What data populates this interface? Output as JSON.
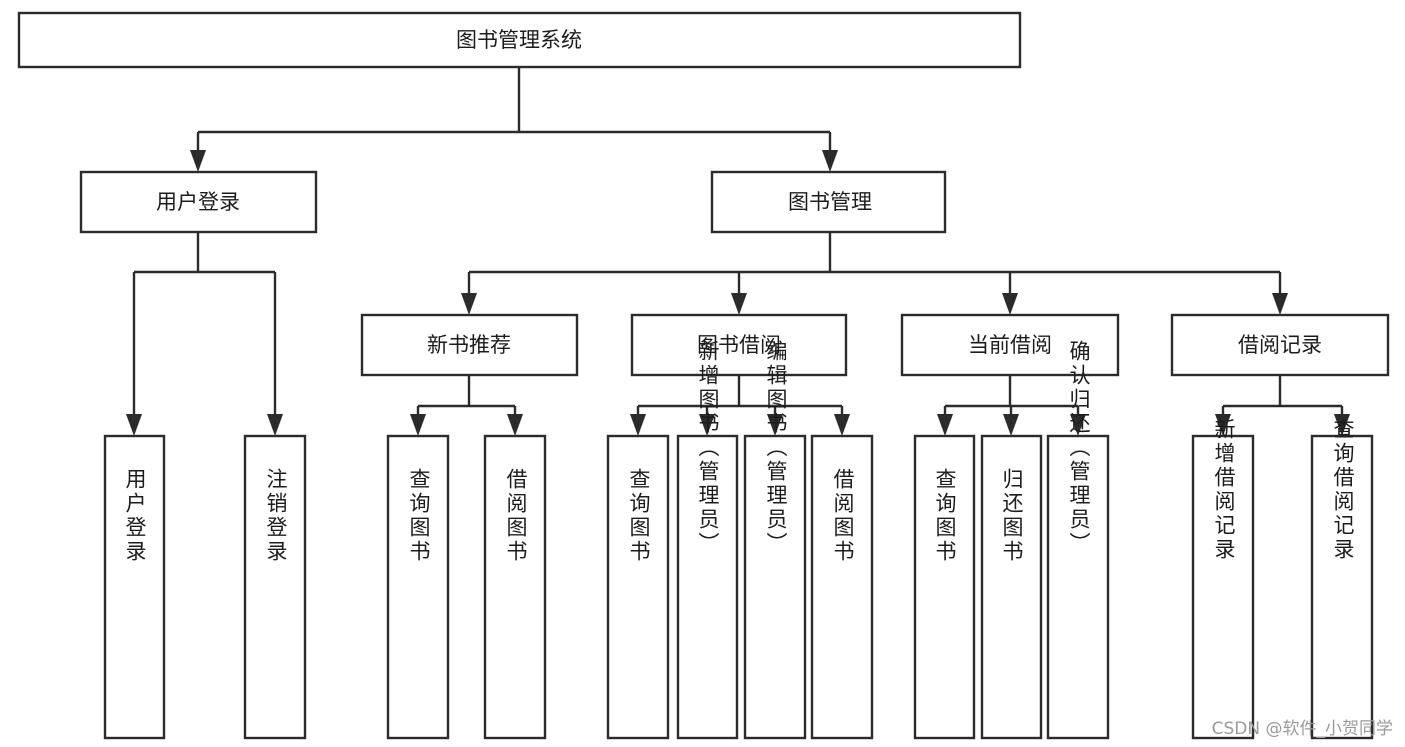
{
  "diagram": {
    "title": "图书管理系统",
    "type": "tree-hierarchy",
    "colors": {
      "box_stroke": "#2b2b2b",
      "box_fill": "#ffffff",
      "connector": "#2b2b2b",
      "text": "#1c1c1c",
      "background": "#ffffff",
      "watermark": "#9a9a9a"
    },
    "root": {
      "id": "root",
      "label": "图书管理系统"
    },
    "level1": [
      {
        "id": "user-login",
        "label": "用户登录"
      },
      {
        "id": "book-management",
        "label": "图书管理"
      }
    ],
    "level2": [
      {
        "id": "new-book-recommend",
        "label": "新书推荐",
        "parent": "book-management"
      },
      {
        "id": "book-borrow",
        "label": "图书借阅",
        "parent": "book-management"
      },
      {
        "id": "current-borrow",
        "label": "当前借阅",
        "parent": "book-management"
      },
      {
        "id": "borrow-record",
        "label": "借阅记录",
        "parent": "book-management"
      }
    ],
    "leaves": [
      {
        "id": "leaf-user-login",
        "label": "用户登录",
        "parent": "user-login"
      },
      {
        "id": "leaf-user-logout",
        "label": "注销登录",
        "parent": "user-login"
      },
      {
        "id": "leaf-query-book-1",
        "label": "查询图书",
        "parent": "new-book-recommend"
      },
      {
        "id": "leaf-borrow-book-1",
        "label": "借阅图书",
        "parent": "new-book-recommend"
      },
      {
        "id": "leaf-query-book-2",
        "label": "查询图书",
        "parent": "book-borrow"
      },
      {
        "id": "leaf-add-book",
        "label": "新增图书（管理员）",
        "parent": "book-borrow"
      },
      {
        "id": "leaf-edit-book",
        "label": "编辑图书（管理员）",
        "parent": "book-borrow"
      },
      {
        "id": "leaf-borrow-book-2",
        "label": "借阅图书",
        "parent": "book-borrow"
      },
      {
        "id": "leaf-query-book-3",
        "label": "查询图书",
        "parent": "current-borrow"
      },
      {
        "id": "leaf-return-book",
        "label": "归还图书",
        "parent": "current-borrow"
      },
      {
        "id": "leaf-confirm-return",
        "label": "确认归还（管理员）",
        "parent": "current-borrow"
      },
      {
        "id": "leaf-add-record",
        "label": "新增借阅记录",
        "parent": "borrow-record"
      },
      {
        "id": "leaf-query-record",
        "label": "查询借阅记录",
        "parent": "borrow-record"
      }
    ]
  },
  "watermark": {
    "text": "CSDN @软件_小贺同学"
  }
}
